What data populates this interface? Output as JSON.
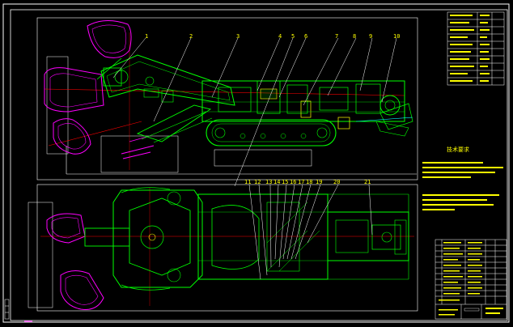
{
  "drawing": {
    "background": "#000000",
    "frame_color": "#ffffff",
    "machine_color": "#00ff00",
    "cutter_color": "#ff00ff",
    "centerline_color": "#ff0000",
    "annotation_color": "#ffff00",
    "accent_color": "#00ffff",
    "leader_color": "#ffffff"
  },
  "callouts_top": [
    "1",
    "2",
    "3",
    "4",
    "5",
    "6",
    "7",
    "8",
    "9",
    "10"
  ],
  "callouts_bottom": [
    "11",
    "12",
    "13",
    "14",
    "15",
    "16",
    "17",
    "18",
    "19",
    "20",
    "21"
  ],
  "tech_requirements_title": "技术要求",
  "title_block": {
    "rows": 14,
    "cols": 5
  }
}
